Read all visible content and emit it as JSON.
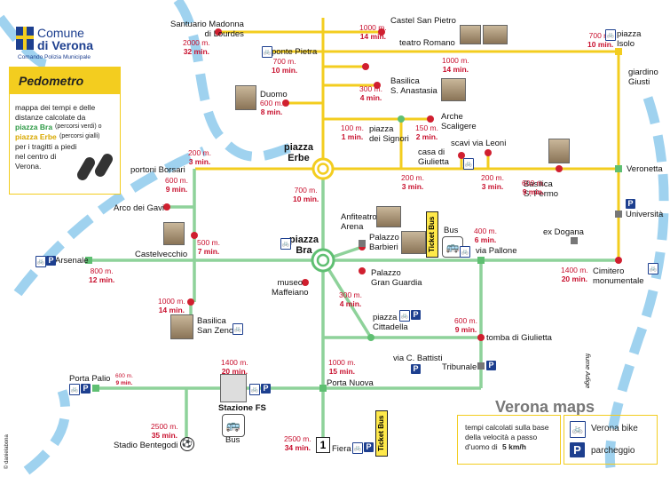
{
  "header": {
    "logo_line1": "Comune",
    "logo_line2": "di Verona",
    "logo_line3": "Comando Polizia Municipale"
  },
  "pedometro": {
    "title": "Pedometro",
    "text1": "mappa dei tempi e delle",
    "text2": "distanze calcolate da",
    "bra_label": "piazza Bra",
    "bra_note": "(percorsi verdi) o",
    "erbe_label": "piazza Erbe",
    "erbe_note": "(percorsi gialli)",
    "text3": "per i tragitti a piedi",
    "text4": "nel centro di",
    "text5": "Verona."
  },
  "hubs": {
    "erbe": "piazza\nErbe",
    "bra": "piazza\nBra"
  },
  "places": {
    "santuario": "Santuario Madonna\ndi Lourdes",
    "castel": "Castel San Pietro",
    "teatro": "teatro Romano",
    "isolo": "piazza\nIsolo",
    "ponte": "ponte Pietra",
    "giusti": "giardino\nGiusti",
    "duomo": "Duomo",
    "anastasia": "Basilica\nS. Anastasia",
    "arche": "Arche\nScaligere",
    "signori": "piazza\ndei Signori",
    "leoni": "scavi via Leoni",
    "giulietta": "casa di\nGiulietta",
    "borsari": "portoni Borsari",
    "fermo": "Basilica\nS. Fermo",
    "veronetta": "Veronetta",
    "gavi": "Arco dei Gavi",
    "arena": "Anfiteatro\nArena",
    "barbieri": "Palazzo\nBarbieri",
    "bus": "Bus",
    "pallone": "via Pallone",
    "dogana": "ex Dogana",
    "universita": "Università",
    "castelvecchio": "Castelvecchio",
    "arsenale": "Arsenale",
    "cimitero": "Cimitero\nmonumentale",
    "guardia": "Palazzo\nGran Guardia",
    "maffeiano": "museo\nMaffeiano",
    "zeno": "Basilica\nSan Zeno",
    "cittadella": "piazza\nCittadella",
    "tomba": "tomba di Giulietta",
    "battisti": "via C. Battisti",
    "tribunale": "Tribunale",
    "palio": "Porta Palio",
    "nuova": "Porta Nuova",
    "stazione": "Stazione FS",
    "bus2": "Bus",
    "bentegodi": "Stadio Bentegodi",
    "fiera": "Fiera",
    "adige": "fiume Adige"
  },
  "distances": {
    "santuario": [
      "2000 m.",
      "32 min."
    ],
    "castel": [
      "1000 m.",
      "14 min."
    ],
    "isolo": [
      "700 m.",
      "10 min."
    ],
    "ponte": [
      "700 m.",
      "10 min."
    ],
    "teatro": [
      "1000 m.",
      "14 min."
    ],
    "duomo": [
      "600 m.",
      "8 min."
    ],
    "anastasia": [
      "300 m.",
      "4 min."
    ],
    "signori": [
      "100 m.",
      "1 min."
    ],
    "arche": [
      "150 m.",
      "2 min."
    ],
    "borsari": [
      "200 m.",
      "3 min."
    ],
    "giulietta": [
      "200 m.",
      "3 min."
    ],
    "leoni": [
      "200 m.",
      "3 min."
    ],
    "fermo": [
      "600 m.",
      "9 min."
    ],
    "borsari2": [
      "600 m.",
      "9 min."
    ],
    "erbebra": [
      "700 m.",
      "10 min."
    ],
    "castelvecchio": [
      "500 m.",
      "7 min."
    ],
    "pallone": [
      "400 m.",
      "6 min."
    ],
    "arsenale": [
      "800 m.",
      "12 min."
    ],
    "cimitero": [
      "1400 m.",
      "20 min."
    ],
    "zeno": [
      "1000 m.",
      "14 min."
    ],
    "cittadella": [
      "300 m.",
      "4 min."
    ],
    "tomba": [
      "600 m.",
      "9 min."
    ],
    "stazione": [
      "1400 m.",
      "20 min."
    ],
    "nuova": [
      "1000 m.",
      "15 min."
    ],
    "palio": [
      "600 m.",
      "9 min."
    ],
    "bentegodi": [
      "2500 m.",
      "35 min."
    ],
    "fiera": [
      "2500 m.",
      "34 min."
    ]
  },
  "tickets": {
    "t1": "Ticket Bus",
    "t2": "Ticket Bus"
  },
  "legend": {
    "title": "Verona maps",
    "note1": "tempi calcolati sulla base",
    "note2": "della velocità a passo",
    "note3": "d'uomo di",
    "speed": "5 km/h",
    "bike": "Verona bike",
    "parking": "parcheggio"
  },
  "copyright": "© danielabona",
  "icons": {
    "p": "P",
    "bike": "bike-icon"
  },
  "colors": {
    "green": "#8ed29a",
    "yellow": "#f3cd1f",
    "red": "#d01f2f",
    "blue_dash": "#9fd2ef",
    "parking": "#1d3f8f"
  }
}
